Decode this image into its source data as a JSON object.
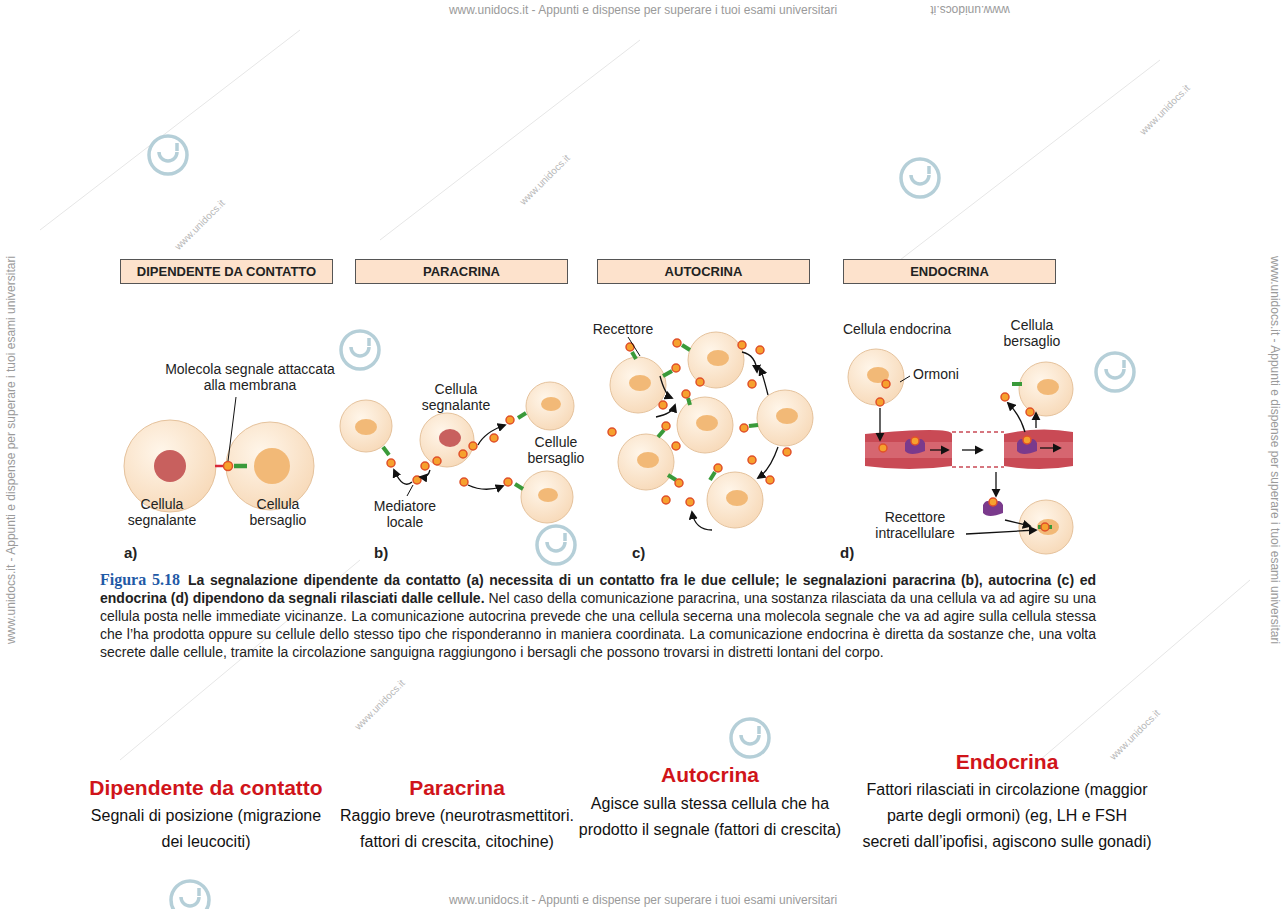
{
  "diagram": {
    "caption": "Figura 5.18",
    "nodes": [
      {
        "text": [
          "DIPENDENTE DA CONTATTO"
        ]
      },
      {
        "text": [
          "PARACRINA"
        ]
      },
      {
        "text": [
          "AUTOCRINA"
        ]
      },
      {
        "text": [
          "ENDOCRINA"
        ]
      }
    ],
    "labels": [
      "www.unidocs.it - Appunti e dispense per superare i tuoi esami universitari",
      "www.unidocs.it - Appunti e dispense per superare i tuoi esami universitari",
      "www.unidocs.it - Appunti e dispense per superare i tuoi esami universitari",
      "www.unidocs.it - Appunti e dispense per superare i tuoi esami universitari",
      "www.unidocs.it",
      "www.unidocs.it",
      "www.unidocs.it",
      "www.unidocs.it",
      "www.unidocs.it",
      "www.unidocs.it",
      "Molecola segnale attaccata alla membrana",
      "Cellula segnalante",
      "Cellula bersaglio",
      "a)",
      "Cellula segnalante",
      "Cellule bersaglio",
      "Mediatore locale",
      "b)",
      "Recettore",
      "c)",
      "Cellula endocrina",
      "Ormoni",
      "Cellula bersaglio",
      "Recettore intracellulare",
      "d)",
      "La segnalazione dipendente da contatto (a) necessita di un contatto fra le due cellule; le segnalazioni paracrina (b), autocrina (c) ed endocrina (d) dipendono da segnali rilasciati dalle cellule.",
      "Nel caso della comunicazione paracrina, una sostanza rilasciata da una cellula va ad agire su una cellula posta nelle immediate vicinanze. La comunicazione autocrina prevede che una cellula secerna una molecola segnale che va ad agire sulla cellula stessa che l’ha prodotta oppure su cellule dello stesso tipo che risponderanno in maniera coordinata. La comunicazione endocrina è diretta da sostanze che, una volta secrete dalle cellule, tramite la circolazione sanguigna raggiungono i bersagli che possono trovarsi in distretti lontani del corpo.",
      "Dipendente da contatto",
      "Segnali di posizione (migrazione dei leucociti)",
      "Paracrina",
      "Raggio breve (neurotrasmettitori. fattori di crescita, citochine)",
      "Autocrina",
      "Agisce sulla stessa cellula che ha prodotto il segnale (fattori di crescita)",
      "Endocrina",
      "Fattori rilasciati in circolazione (maggior parte degli ormoni) (eg, LH e FSH secreti dall’ipofisi, agiscono sulle gonadi)"
    ]
  }
}
